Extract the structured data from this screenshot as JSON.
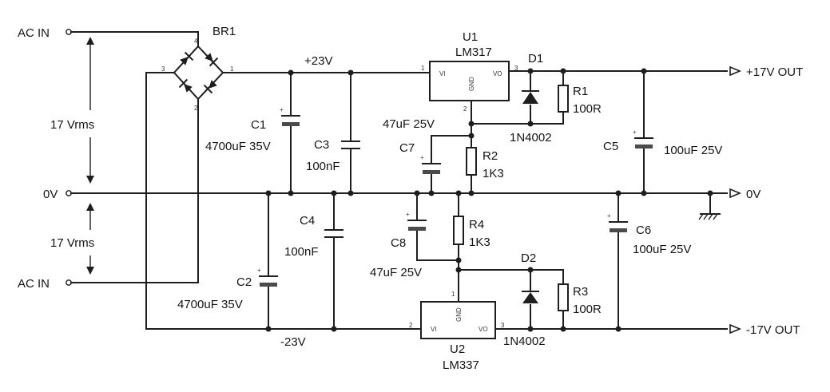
{
  "labels": {
    "ac_in_top": "AC IN",
    "ac_in_bottom": "AC IN",
    "zero_v_left": "0V",
    "zero_v_right": "0V",
    "vrms_top": "17 Vrms",
    "vrms_bottom": "17 Vrms",
    "br1": "BR1",
    "plus_23v": "+23V",
    "minus_23v": "-23V",
    "plus_17v_out": "+17V OUT",
    "minus_17v_out": "-17V OUT",
    "u1": "U1",
    "u1_part": "LM317",
    "u2": "U2",
    "u2_part": "LM337",
    "d1": "D1",
    "d1_part": "1N4002",
    "d2": "D2",
    "d2_part": "1N4002",
    "r1": "R1",
    "r1_val": "100R",
    "r2": "R2",
    "r2_val": "1K3",
    "r3": "R3",
    "r3_val": "100R",
    "r4": "R4",
    "r4_val": "1K3",
    "c1": "C1",
    "c1_val": "4700uF 35V",
    "c2": "C2",
    "c2_val": "4700uF 35V",
    "c3": "C3",
    "c3_val": "100nF",
    "c4": "C4",
    "c4_val": "100nF",
    "c5": "C5",
    "c5_val": "100uF 25V",
    "c6": "C6",
    "c6_val": "100uF 25V",
    "c7": "C7",
    "c7_val": "47uF 25V",
    "c8": "C8",
    "c8_val": "47uF 25V"
  },
  "ic_pins": {
    "u1_vi": "VI",
    "u1_vo": "VO",
    "u1_gnd": "GND",
    "u2_vi": "VI",
    "u2_vo": "VO",
    "u2_gnd": "GND"
  },
  "pin_numbers": {
    "br_left": "3",
    "br_right": "1",
    "br_top": "4",
    "br_bottom": "2",
    "u1_in": "1",
    "u1_out": "3",
    "u1_adj": "2",
    "u2_in": "2",
    "u2_out": "3",
    "u2_adj": "1"
  },
  "polarity": {
    "c1": "+",
    "c2": "+",
    "c5": "+",
    "c6": "+",
    "c7": "+",
    "c8": "+"
  }
}
